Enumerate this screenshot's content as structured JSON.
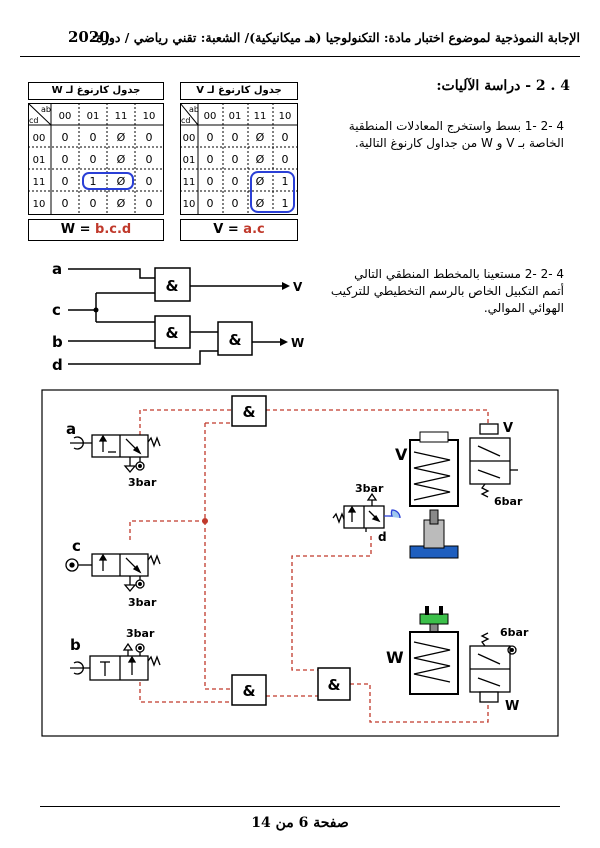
{
  "header": {
    "title": "الإجابة النموذجية لموضوع اختبار مادة: التكنولوجيا (هـ ميكانيكية)/ الشعبة: تقني رياضي / دورة:",
    "year": "2020"
  },
  "section": {
    "title": "4 . 2 - دراسة الآليات:",
    "q1_line1": "4 -2 -1 بسط واستخرج المعادلات المنطقية",
    "q1_line2": "الخاصة بـ V و W من جداول كارنوغ التالية.",
    "q2_line1": "4 -2 -2 مستعينا بالمخطط المنطقي التالي",
    "q2_line2": "أتمم التكبيل الخاص بالرسم التخطيطي للتركيب",
    "q2_line3": "الهوائي الموالي."
  },
  "karnaugh_w": {
    "title": "جدول كارنوغ لـ W",
    "corner_ab": "ab",
    "corner_cd": "cd",
    "cols": [
      "00",
      "01",
      "11",
      "10"
    ],
    "rows": [
      "00",
      "01",
      "11",
      "10"
    ],
    "cells": [
      [
        "0",
        "0",
        "Ø",
        "0"
      ],
      [
        "0",
        "0",
        "Ø",
        "0"
      ],
      [
        "0",
        "1",
        "Ø",
        "0"
      ],
      [
        "0",
        "0",
        "Ø",
        "0"
      ]
    ],
    "result_prefix": "W = ",
    "result_expr": "b.c.d"
  },
  "karnaugh_v": {
    "title": "جدول كارنوغ لـ V",
    "corner_ab": "ab",
    "corner_cd": "cd",
    "cols": [
      "00",
      "01",
      "11",
      "10"
    ],
    "rows": [
      "00",
      "01",
      "11",
      "10"
    ],
    "cells": [
      [
        "0",
        "0",
        "Ø",
        "0"
      ],
      [
        "0",
        "0",
        "Ø",
        "0"
      ],
      [
        "0",
        "0",
        "Ø",
        "1"
      ],
      [
        "0",
        "0",
        "Ø",
        "1"
      ]
    ],
    "result_prefix": "V = ",
    "result_expr": "a.c"
  },
  "logic": {
    "in_a": "a",
    "in_c": "c",
    "in_b": "b",
    "in_d": "d",
    "gate": "&",
    "out_v": "V",
    "out_w": "W"
  },
  "pneumatic": {
    "a": "a",
    "c": "c",
    "b": "b",
    "d": "d",
    "v": "V",
    "w": "W",
    "p3a": "3bar",
    "p3c": "3bar",
    "p3b": "3bar",
    "p3d": "3bar",
    "p6v": "6bar",
    "p6w": "6bar",
    "gate": "&",
    "spring": "W",
    "colors": {
      "link": "#c0392b",
      "loop": "#2a3fd6",
      "piston_v": "#1f5fbf",
      "piston_w": "#3cc04a"
    }
  },
  "footer": {
    "text": "صفحة 6 من 14"
  }
}
